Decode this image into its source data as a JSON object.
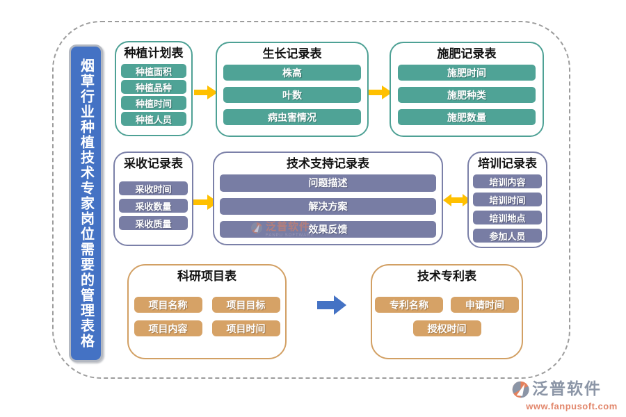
{
  "page": {
    "title_bar": "烟草行业种植技术专家岗位需要的管理表格"
  },
  "tables": {
    "planting_plan": {
      "title": "种植计划表",
      "items": [
        "种植面积",
        "种植品种",
        "种植时间",
        "种植人员"
      ]
    },
    "growth_record": {
      "title": "生长记录表",
      "items": [
        "株高",
        "叶数",
        "病虫害情况"
      ]
    },
    "fertilize_record": {
      "title": "施肥记录表",
      "items": [
        "施肥时间",
        "施肥种类",
        "施肥数量"
      ]
    },
    "harvest_record": {
      "title": "采收记录表",
      "items": [
        "采收时间",
        "采收数量",
        "采收质量"
      ]
    },
    "support_record": {
      "title": "技术支持记录表",
      "items": [
        "问题描述",
        "解决方案",
        "效果反馈"
      ]
    },
    "training_record": {
      "title": "培训记录表",
      "items": [
        "培训内容",
        "培训时间",
        "培训地点",
        "参加人员"
      ]
    },
    "research_project": {
      "title": "科研项目表",
      "items": [
        "项目名称",
        "项目目标",
        "项目内容",
        "项目时间"
      ]
    },
    "tech_patent": {
      "title": "技术专利表",
      "items": [
        "专利名称",
        "申请时间",
        "授权时间"
      ]
    }
  },
  "watermark_center": {
    "brand": "泛普软件",
    "brand_sub": "FANPU SOFTWARE"
  },
  "footer": {
    "brand": "泛普软件",
    "url": "www.fanpusoft.com"
  },
  "colors": {
    "teal": "#4fa396",
    "purple": "#787da4",
    "tan": "#d6a266",
    "arrow_yellow": "#ffc000",
    "arrow_blue": "#4472c4",
    "title_bar_blue": "#4472c4"
  }
}
